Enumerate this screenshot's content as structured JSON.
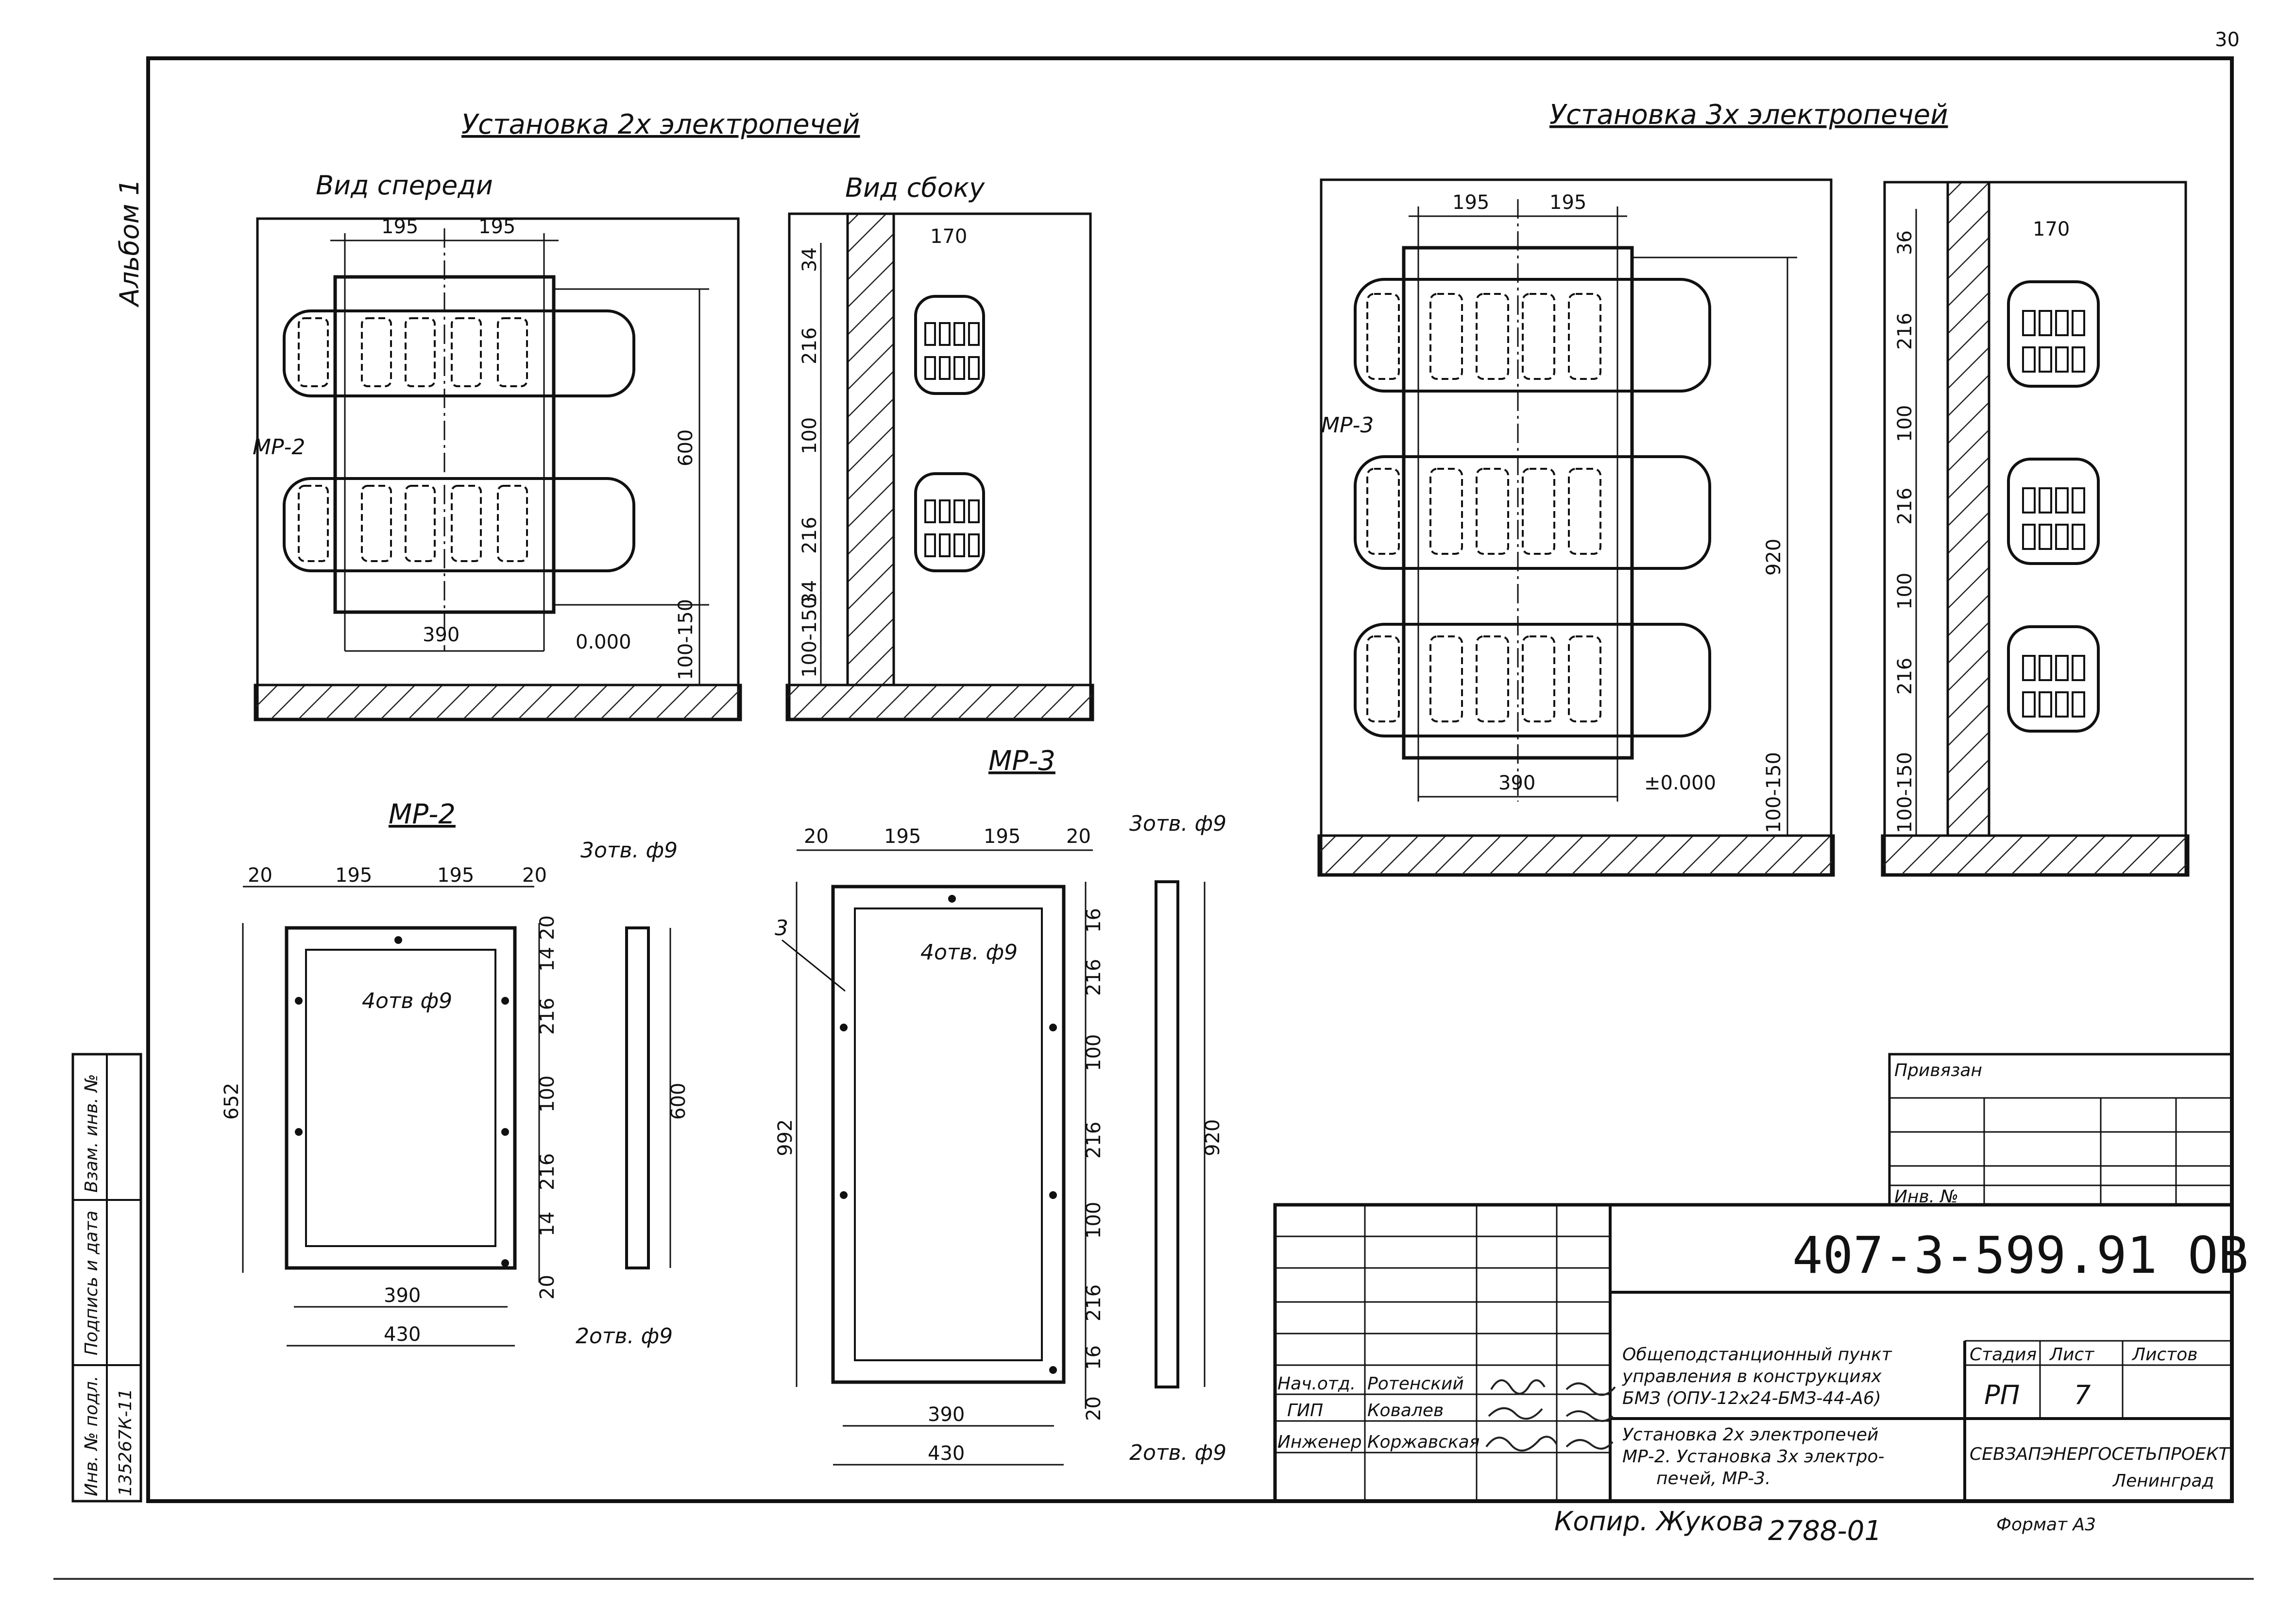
{
  "album_label": "Альбом 1",
  "page_corner_number": "30",
  "section_two": {
    "title": "Установка 2х электропечей",
    "front_view_label": "Вид спереди",
    "side_view_label": "Вид сбоку",
    "dim_195_a": "195",
    "dim_195_b": "195",
    "dim_600": "600",
    "dim_390": "390",
    "dim_100_150": "100-150",
    "level_0": "0.000",
    "bracket_ref": "МР-2",
    "side_dim_170": "170",
    "side_dims": [
      "34",
      "216",
      "100",
      "216",
      "34",
      "100-150"
    ]
  },
  "section_three": {
    "title": "Установка 3х электропечей",
    "dim_195_a": "195",
    "dim_195_b": "195",
    "dim_920": "920",
    "dim_390": "390",
    "dim_100_150": "100-150",
    "level_0": "±0.000",
    "bracket_ref": "МР-3",
    "side_dim_170": "170",
    "side_dims": [
      "36",
      "216",
      "100",
      "216",
      "100",
      "216",
      "100-150"
    ]
  },
  "mr2": {
    "title": "МР-2",
    "top_dims": [
      "20",
      "195",
      "195",
      "20"
    ],
    "right_dims": [
      "20",
      "14",
      "216",
      "100",
      "216",
      "14",
      "20"
    ],
    "dim_652": "652",
    "dim_600": "600",
    "dim_390": "390",
    "dim_430": "430",
    "holes_top": "3отв. ф9",
    "holes_middle": "4отв ф9",
    "holes_bottom": "2отв. ф9"
  },
  "mr3": {
    "title": "МР-3",
    "top_dims": [
      "20",
      "195",
      "195",
      "20"
    ],
    "right_dims": [
      "16",
      "216",
      "100",
      "216",
      "100",
      "216",
      "16",
      "20"
    ],
    "dim_992": "992",
    "dim_920": "920",
    "dim_390": "390",
    "dim_430": "430",
    "holes_top": "3отв. ф9",
    "holes_middle": "4отв. ф9",
    "holes_bottom": "2отв. ф9",
    "callout_3": "3"
  },
  "binding_box": {
    "title": "Привязан",
    "inv_label": "Инв. №"
  },
  "title_block": {
    "doc_code": "407-3-599.91 ОВ",
    "object_name": [
      "Общеподстанционный пункт",
      "управления в конструкциях",
      "БМЗ (ОПУ-12х24-БМЗ-44-А6)"
    ],
    "sheet_name": [
      "Установка 2х электропечей",
      "МР-2. Установка 3х электро-",
      "печей, МР-3."
    ],
    "stage_header": "Стадия",
    "sheet_header": "Лист",
    "sheets_header": "Листов",
    "stage_value": "РП",
    "sheet_value": "7",
    "organization": "СЕВЗАПЭНЕРГОСЕТЬПРОЕКТ",
    "city": "Ленинград",
    "people": [
      {
        "role": "Нач.отд.",
        "name": "Ротенский"
      },
      {
        "role": "ГИП",
        "name": "Ковалев"
      },
      {
        "role": "Инженер",
        "name": "Коржавская"
      }
    ]
  },
  "left_strip": [
    "Взам. инв. №",
    "Подпись и дата",
    "Инв. № подл.",
    "135267К-11"
  ],
  "footer": {
    "copied_by": "Копир. Жукова",
    "archive_number": "2788-01",
    "format": "Формат А3"
  }
}
